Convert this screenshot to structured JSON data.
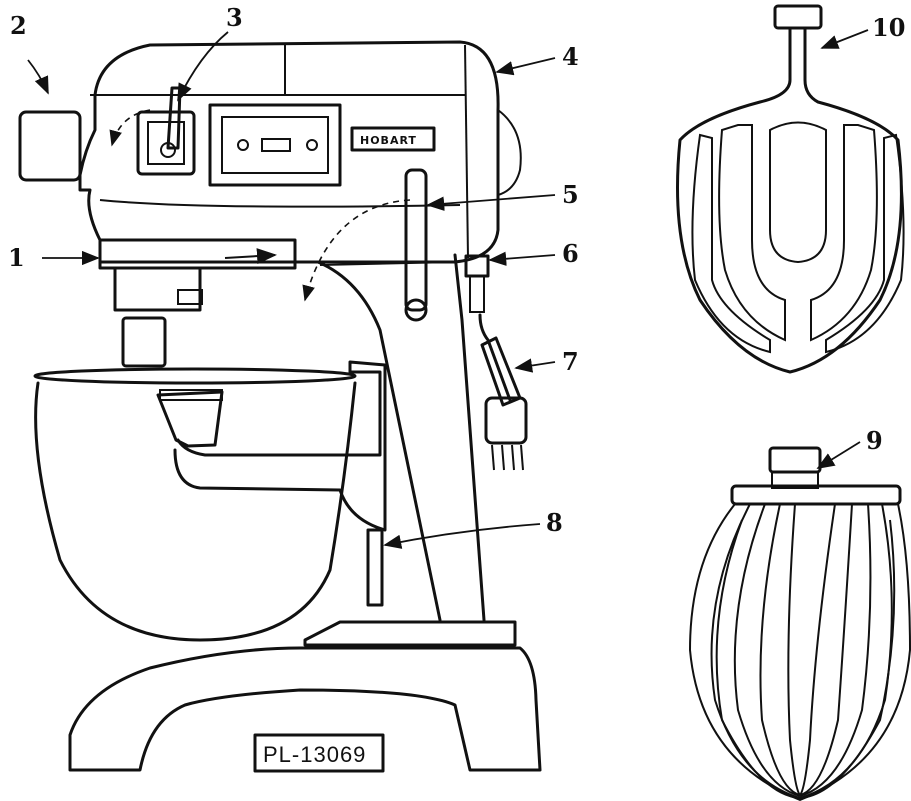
{
  "figure_id": "PL-13069",
  "brand_plate": "HOBART",
  "callouts": [
    {
      "id": "1",
      "label": "1"
    },
    {
      "id": "2",
      "label": "2"
    },
    {
      "id": "3",
      "label": "3"
    },
    {
      "id": "4",
      "label": "4"
    },
    {
      "id": "5",
      "label": "5"
    },
    {
      "id": "6",
      "label": "6"
    },
    {
      "id": "7",
      "label": "7"
    },
    {
      "id": "8",
      "label": "8"
    },
    {
      "id": "9",
      "label": "9"
    },
    {
      "id": "10",
      "label": "10"
    }
  ]
}
